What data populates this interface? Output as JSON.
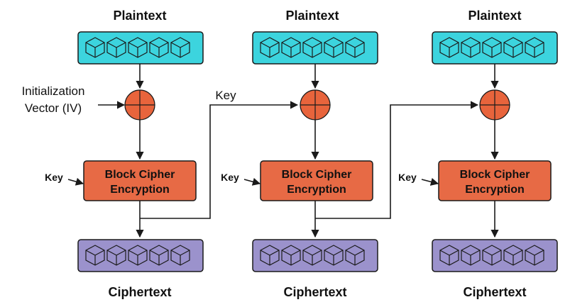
{
  "diagram": {
    "iv_label_line1": "Initialization",
    "iv_label_line2": "Vector (IV)",
    "key_label_top": "Key",
    "stages": [
      {
        "plaintext_label": "Plaintext",
        "ciphertext_label": "Ciphertext",
        "key_label": "Key",
        "cipher_line1": "Block Cipher",
        "cipher_line2": "Encryption"
      },
      {
        "plaintext_label": "Plaintext",
        "ciphertext_label": "Ciphertext",
        "key_label": "Key",
        "cipher_line1": "Block Cipher",
        "cipher_line2": "Encryption"
      },
      {
        "plaintext_label": "Plaintext",
        "ciphertext_label": "Ciphertext",
        "key_label": "Key",
        "cipher_line1": "Block Cipher",
        "cipher_line2": "Encryption"
      }
    ],
    "colors": {
      "plaintext_block": "#3cd4de",
      "ciphertext_block": "#9b92cc",
      "cipher_box": "#e76a45",
      "xor_circle": "#e8643c",
      "arrow": "#1a1a1a"
    }
  }
}
